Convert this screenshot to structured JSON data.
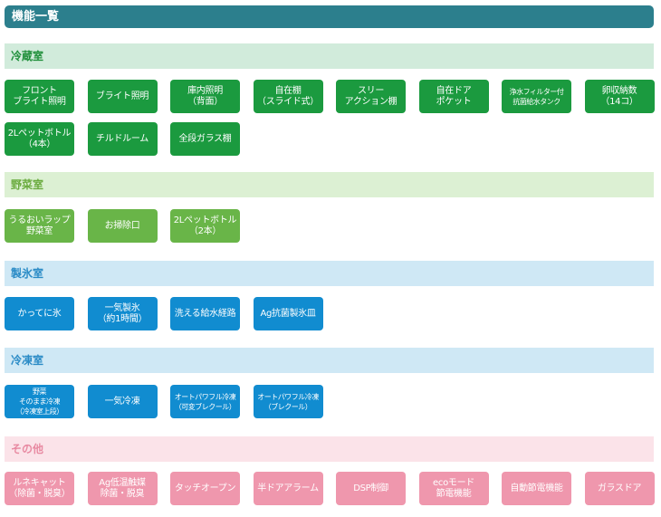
{
  "title": "機能一覧",
  "sections": {
    "reizo": {
      "label": "冷蔵室",
      "items": [
        "フロント\nブライト照明",
        "ブライト照明",
        "庫内照明\n（背面）",
        "自在棚\n（スライド式）",
        "スリー\nアクション棚",
        "自在ドア\nポケット",
        "浄水フィルター付\n抗菌給水タンク",
        "卵収納数\n（14コ）",
        "2Lペットボトル\n（4本）",
        "チルドルーム",
        "全段ガラス棚"
      ]
    },
    "yasai": {
      "label": "野菜室",
      "items": [
        "うるおいラップ\n野菜室",
        "お掃除口",
        "2Lペットボトル\n（2本）"
      ]
    },
    "seihyo": {
      "label": "製氷室",
      "items": [
        "かってに氷",
        "一気製氷\n（約1時間）",
        "洗える給水経路",
        "Ag抗菌製氷皿"
      ]
    },
    "reito": {
      "label": "冷凍室",
      "items": [
        "野菜\nそのまま冷凍\n（冷凍室上段）",
        "一気冷凍",
        "オートパワフル冷凍\n（可変ブレクール）",
        "オートパワフル冷凍\n（ブレクール）"
      ]
    },
    "sonota": {
      "label": "その他",
      "items": [
        "ルネキャット\n（除菌・脱臭）",
        "Ag低温触媒\n除菌・脱臭",
        "タッチオープン",
        "半ドアアラーム",
        "DSP制御",
        "ecoモード\n節電機能",
        "自動節電機能",
        "ガラスドア"
      ]
    }
  },
  "colors": {
    "title_bar": "#2c7f8d",
    "reizo": "#1b9a3f",
    "yasai": "#69b548",
    "seihyo": "#118cd0",
    "reito": "#118cd0",
    "sonota": "#ef97ad"
  }
}
